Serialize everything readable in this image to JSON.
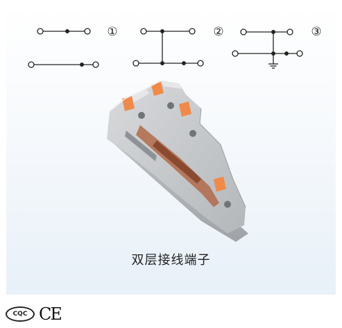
{
  "diagram_labels": [
    "①",
    "②",
    "③"
  ],
  "caption": "双层接线端子",
  "certifications": {
    "cqc": "CQC",
    "ce": "CE"
  },
  "colors": {
    "line": "#222222",
    "terminal_body": "#c9cbce",
    "lever": "#f08a4b",
    "metal": "#b06a4a"
  }
}
